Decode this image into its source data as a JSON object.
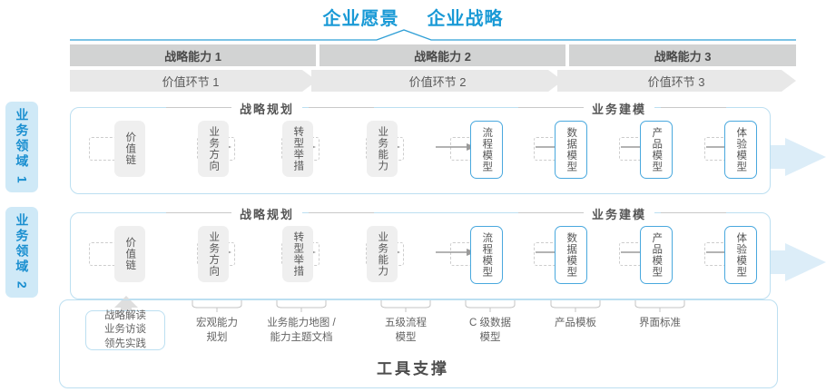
{
  "title": {
    "left": "企业愿景",
    "right": "企业战略"
  },
  "capabilities": [
    {
      "label": "战略能力 1"
    },
    {
      "label": "战略能力 2"
    },
    {
      "label": "战略能力 3"
    }
  ],
  "value_chain": [
    {
      "label": "价值环节 1"
    },
    {
      "label": "价值环节 2"
    },
    {
      "label": "价值环节 3"
    }
  ],
  "domains": [
    {
      "tab_label": "业务领域 1",
      "sections": [
        {
          "title": "战略规划"
        },
        {
          "title": "业务建模"
        }
      ],
      "nodes": [
        {
          "label": "价值链",
          "style": "gray"
        },
        {
          "label": "业务方向",
          "style": "gray"
        },
        {
          "label": "转型举措",
          "style": "gray"
        },
        {
          "label": "业务能力",
          "style": "gray"
        },
        {
          "label": "流程模型",
          "style": "blue"
        },
        {
          "label": "数据模型",
          "style": "blue"
        },
        {
          "label": "产品模型",
          "style": "blue"
        },
        {
          "label": "体验模型",
          "style": "blue"
        }
      ]
    },
    {
      "tab_label": "业务领域 2",
      "sections": [
        {
          "title": "战略规划"
        },
        {
          "title": "业务建模"
        }
      ],
      "nodes": [
        {
          "label": "价值链",
          "style": "gray"
        },
        {
          "label": "业务方向",
          "style": "gray"
        },
        {
          "label": "转型举措",
          "style": "gray"
        },
        {
          "label": "业务能力",
          "style": "gray"
        },
        {
          "label": "流程模型",
          "style": "blue"
        },
        {
          "label": "数据模型",
          "style": "blue"
        },
        {
          "label": "产品模型",
          "style": "blue"
        },
        {
          "label": "体验模型",
          "style": "blue"
        }
      ]
    }
  ],
  "tools": {
    "boxed": {
      "line1": "战略解读",
      "line2": "业务访谈",
      "line3": "领先实践"
    },
    "items": [
      {
        "line1": "宏观能力",
        "line2": "规划"
      },
      {
        "line1": "业务能力地图 /",
        "line2": "能力主题文档"
      },
      {
        "line1": "五级流程",
        "line2": "模型"
      },
      {
        "line1": "C 级数据",
        "line2": "模型"
      },
      {
        "line1": "产品模板",
        "line2": ""
      },
      {
        "line1": "界面标准",
        "line2": ""
      }
    ],
    "footer": "工具支撑"
  },
  "colors": {
    "accent_blue": "#1a9ad6",
    "node_blue_border": "#49a8de",
    "band_blue": "#eaf4fb",
    "gray_bar": "#d2d3d3",
    "light_gray_bar": "#e8e8e8"
  }
}
